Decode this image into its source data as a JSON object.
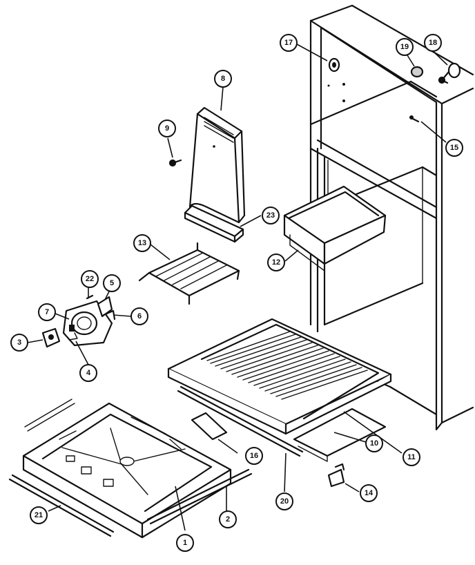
{
  "callouts": [
    {
      "id": "c1",
      "label": "1"
    },
    {
      "id": "c2",
      "label": "2"
    },
    {
      "id": "c3",
      "label": "3"
    },
    {
      "id": "c4",
      "label": "4"
    },
    {
      "id": "c5",
      "label": "5"
    },
    {
      "id": "c6",
      "label": "6"
    },
    {
      "id": "c7",
      "label": "7"
    },
    {
      "id": "c8a",
      "label": "8"
    },
    {
      "id": "c8b",
      "label": "8"
    },
    {
      "id": "c9",
      "label": "9"
    },
    {
      "id": "c10",
      "label": "10"
    },
    {
      "id": "c11",
      "label": "11"
    },
    {
      "id": "c12",
      "label": "12"
    },
    {
      "id": "c13",
      "label": "13"
    },
    {
      "id": "c14",
      "label": "14"
    },
    {
      "id": "c15",
      "label": "15"
    },
    {
      "id": "c16",
      "label": "16"
    },
    {
      "id": "c17",
      "label": "17"
    },
    {
      "id": "c18",
      "label": "18"
    },
    {
      "id": "c19",
      "label": "19"
    },
    {
      "id": "c20",
      "label": "20"
    },
    {
      "id": "c21",
      "label": "21"
    },
    {
      "id": "c22",
      "label": "22"
    },
    {
      "id": "c23",
      "label": "23"
    }
  ]
}
